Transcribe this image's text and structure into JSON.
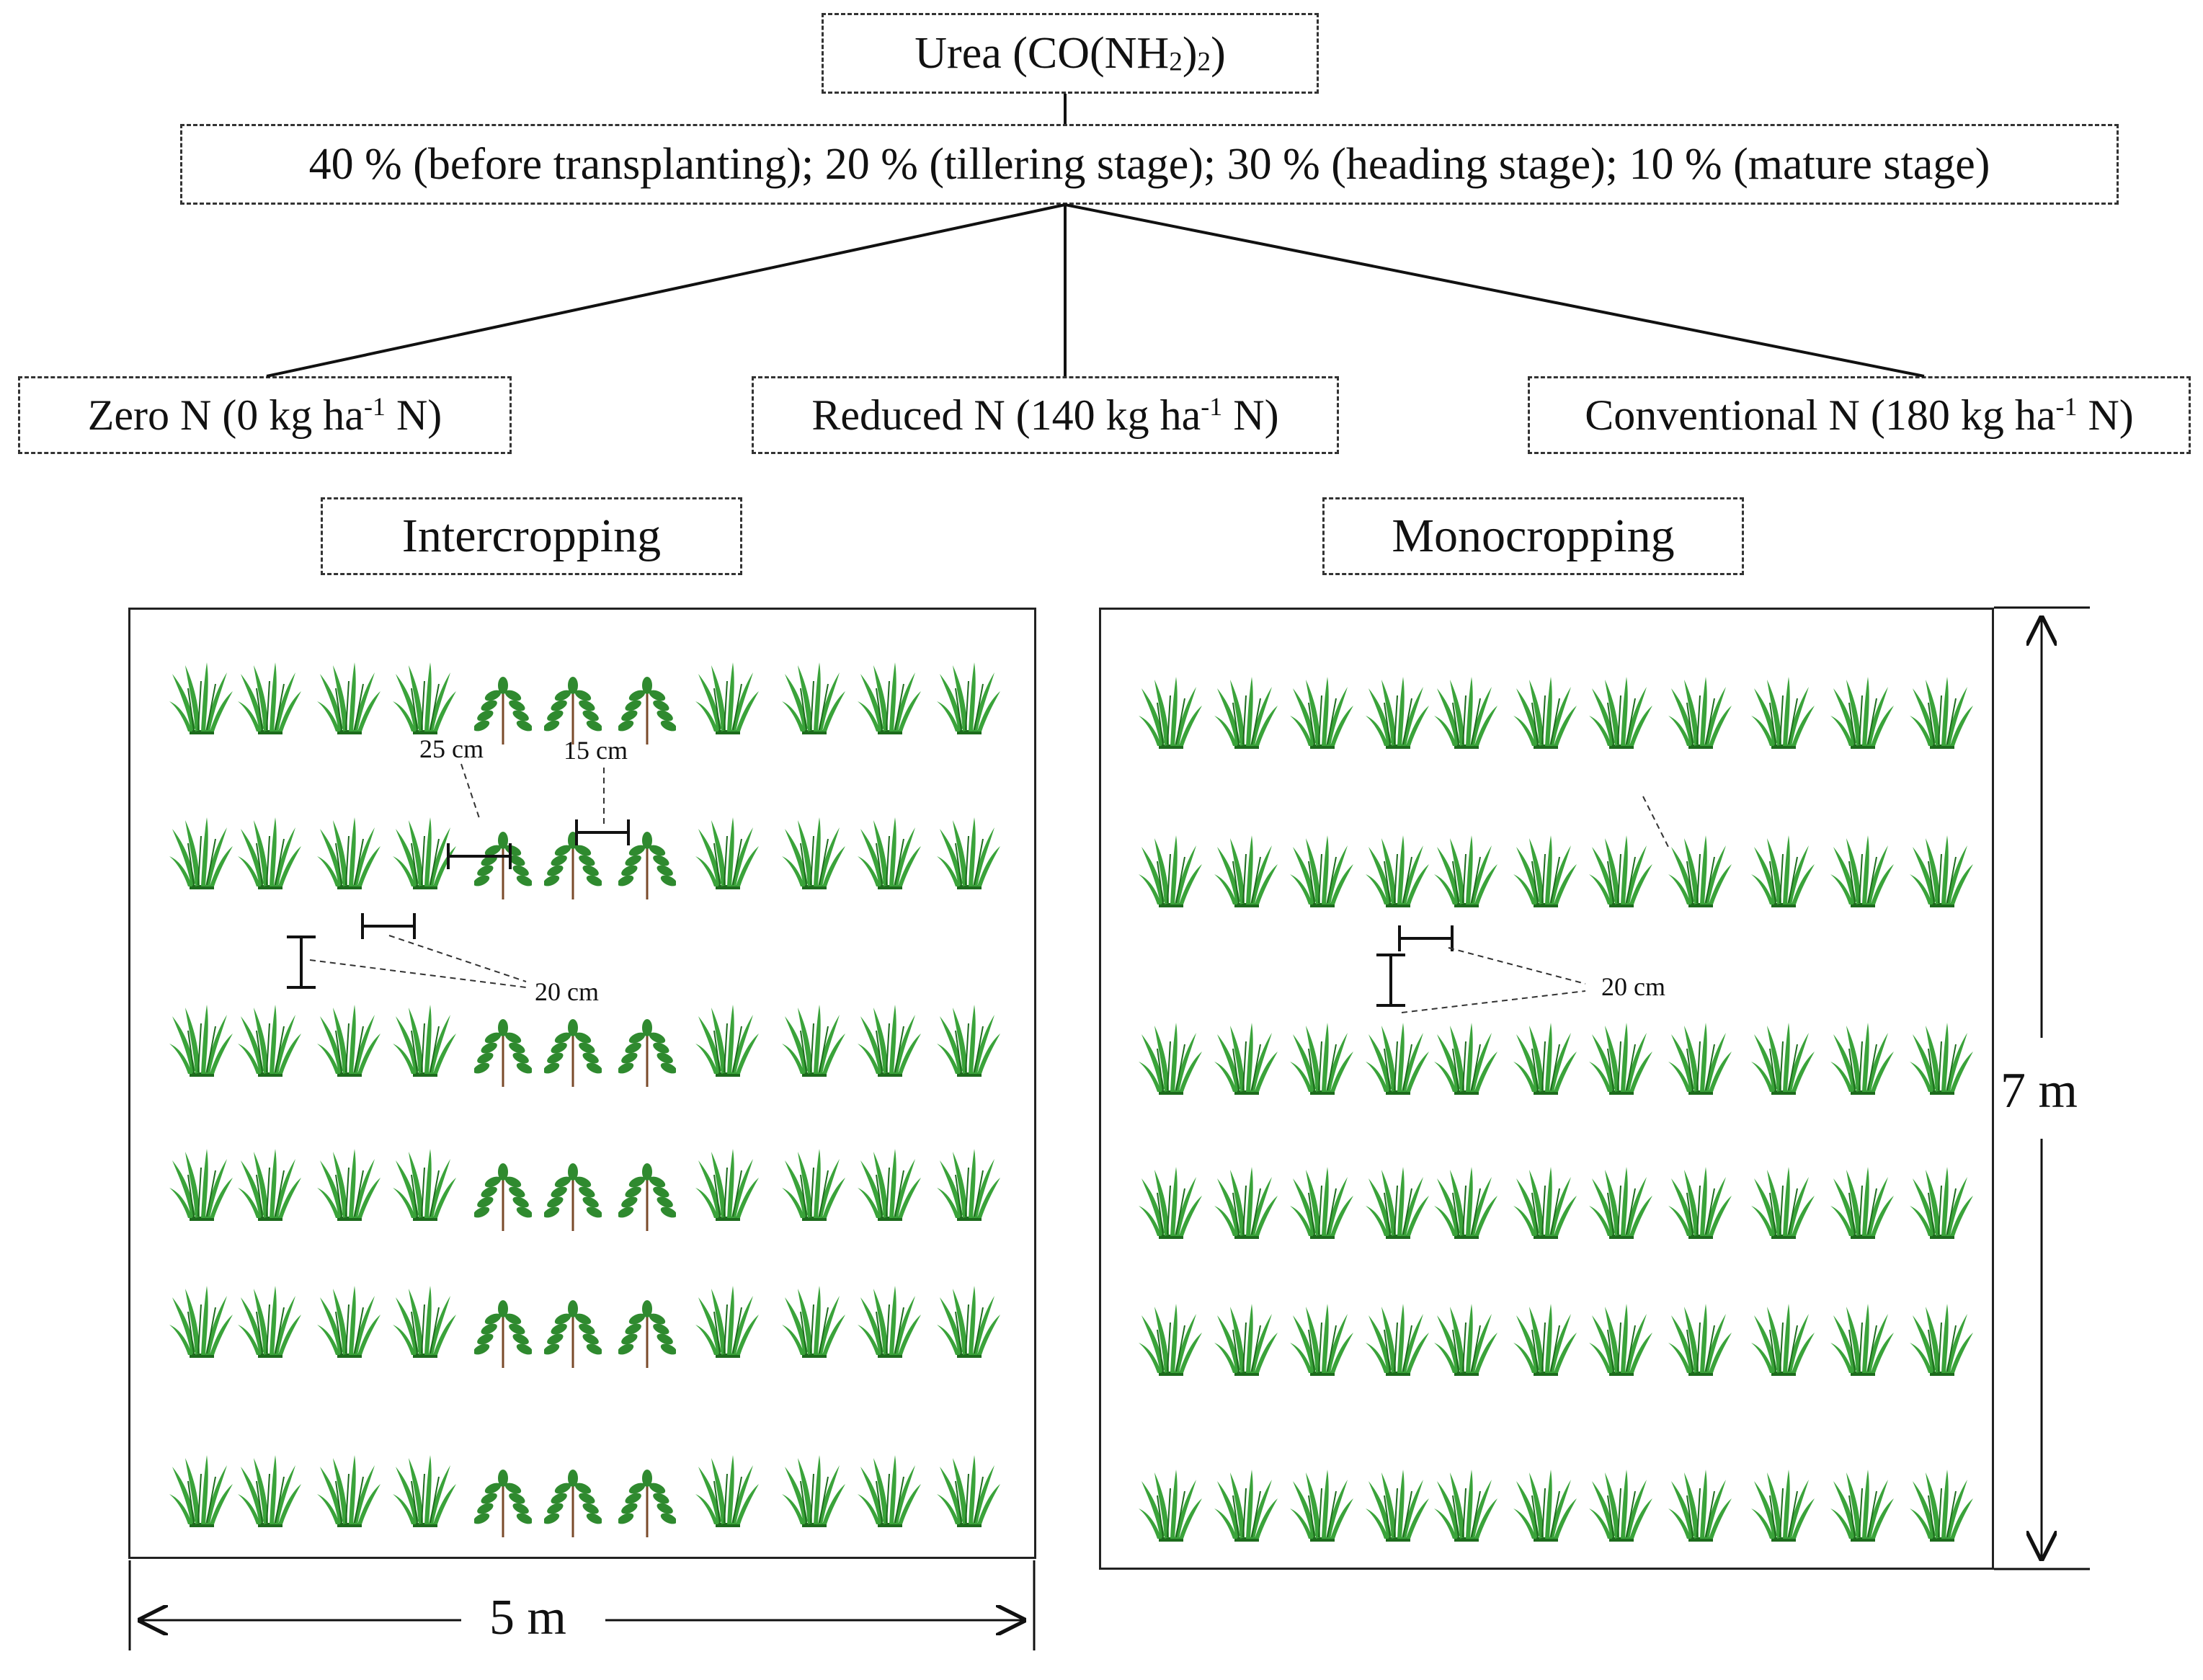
{
  "fertilizer": {
    "source": "Urea (CO(NH",
    "source_sub": "2",
    "source_close": ")",
    "source_sub2": "2",
    "source_end": ")",
    "split": "40 % (before transplanting);  20 % (tillering stage); 30 % (heading stage); 10 % (mature stage)"
  },
  "treatments": {
    "zero": {
      "pre": "Zero N (0 kg ha",
      "sup": "-1",
      "post": " N)"
    },
    "reduced": {
      "pre": "Reduced N (140 kg ha",
      "sup": "-1",
      "post": " N)"
    },
    "conventional": {
      "pre": "Conventional N (180 kg ha",
      "sup": "-1",
      "post": " N)"
    }
  },
  "systems": {
    "intercropping": "Intercropping",
    "monocropping": "Monocropping"
  },
  "dimensions": {
    "width": "5 m",
    "length": "7 m",
    "spacing_25": "25 cm",
    "spacing_15": "15 cm",
    "spacing_20_inter": "20 cm",
    "spacing_20_mono": "20 cm"
  },
  "colors": {
    "rice": "#3aa33a",
    "rice_dark": "#1d6b1d",
    "legume": "#2f8a2f",
    "stem": "#7a4a2a"
  },
  "icons": {
    "rice": "rice-plant-icon",
    "legume": "legume-plant-icon"
  }
}
